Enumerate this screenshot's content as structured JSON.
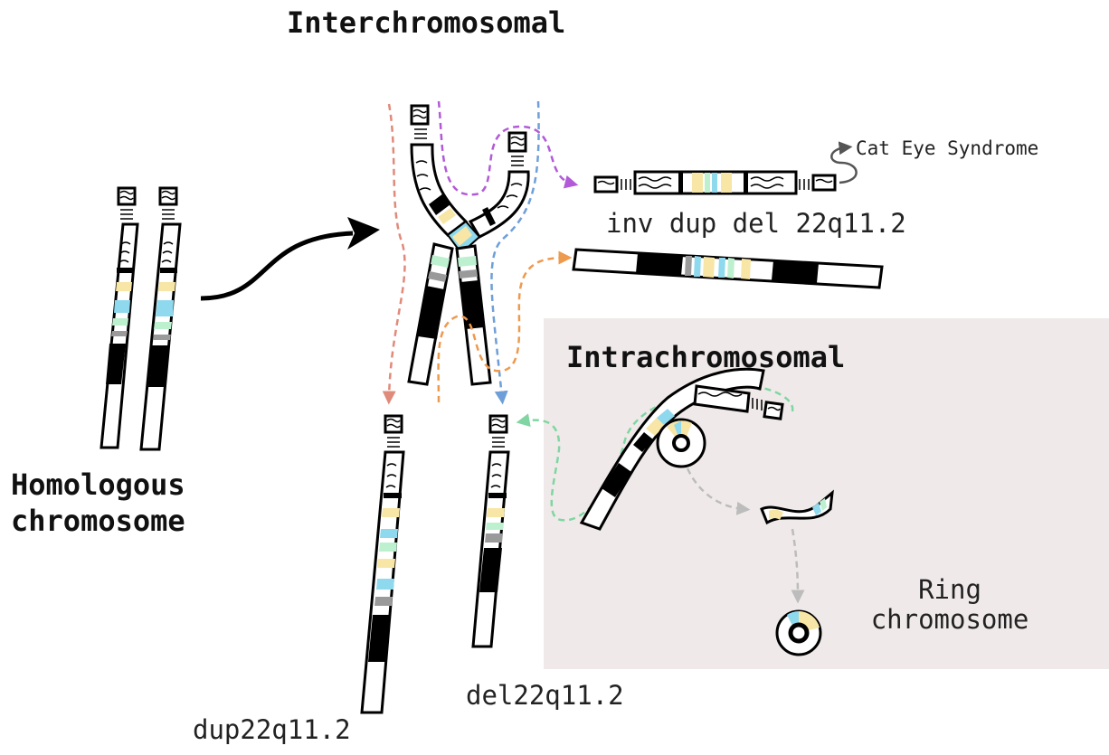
{
  "titles": {
    "interchromosomal": "Interchromosomal",
    "intrachromosomal": "Intrachromosomal",
    "homologous": "Homologous chromosome"
  },
  "labels": {
    "cat_eye": "Cat Eye Syndrome",
    "inv_dup_del": "inv dup del 22q11.2",
    "dup": "dup22q11.2",
    "del": "del22q11.2",
    "ring": "Ring chromosome"
  },
  "colors": {
    "panel": "#efeae9",
    "red_path": "#e08a7a",
    "purple_path": "#b25ad8",
    "blue_path": "#6f9fd8",
    "orange_path": "#ee9a4e",
    "green_path": "#7fd6a2",
    "grey_path": "#bcbcbc",
    "band_yellow": "#f8e6a6",
    "band_cyan": "#8fd9ee",
    "band_green": "#bdf0cf",
    "band_grey": "#9a9a9a"
  }
}
